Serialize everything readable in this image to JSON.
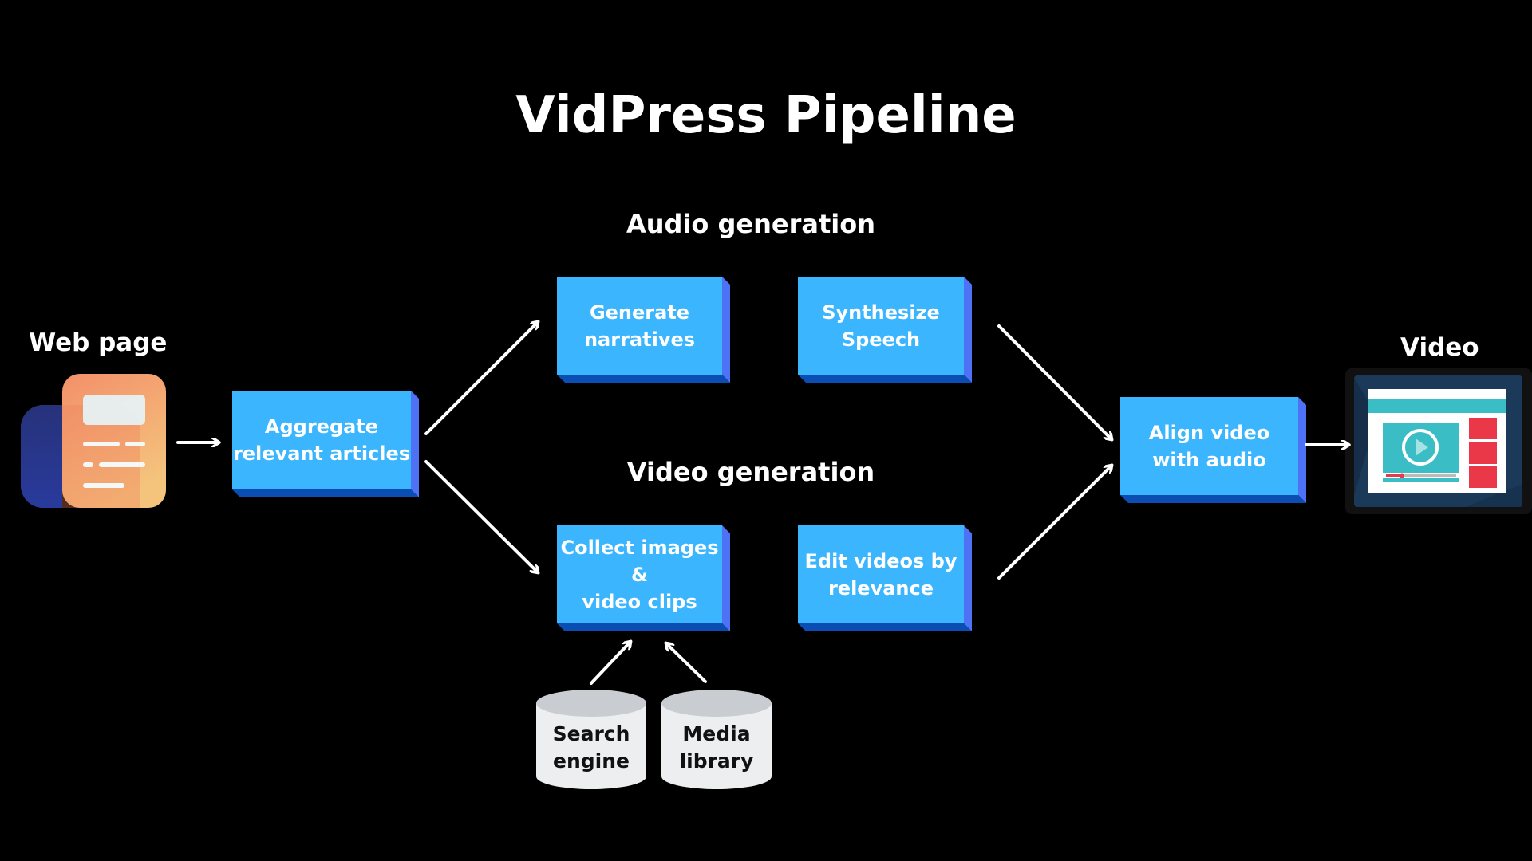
{
  "title": "VidPress Pipeline",
  "sections": {
    "audio": "Audio generation",
    "video": "Video generation"
  },
  "input": {
    "label": "Web page",
    "icon": "newspaper-icon"
  },
  "output": {
    "label": "Video",
    "icon": "video-player-icon"
  },
  "nodes": {
    "aggregate": [
      "Aggregate",
      "relevant articles"
    ],
    "generate": [
      "Generate",
      "narratives"
    ],
    "synthesize": [
      "Synthesize",
      "Speech"
    ],
    "collect": [
      "Collect images &",
      "video clips"
    ],
    "edit": [
      "Edit videos by",
      "relevance"
    ],
    "align": [
      "Align video",
      "with audio"
    ]
  },
  "sources": {
    "search": [
      "Search",
      "engine"
    ],
    "media": [
      "Media",
      "library"
    ]
  },
  "colors": {
    "box_front": "#3bb5fe",
    "box_side": "#4d72f5",
    "box_bottom": "#0a4db3",
    "background": "#000000",
    "arrow": "#ffffff",
    "cylinder": "#eceeef",
    "cylinder_top": "#c9cdd2"
  }
}
